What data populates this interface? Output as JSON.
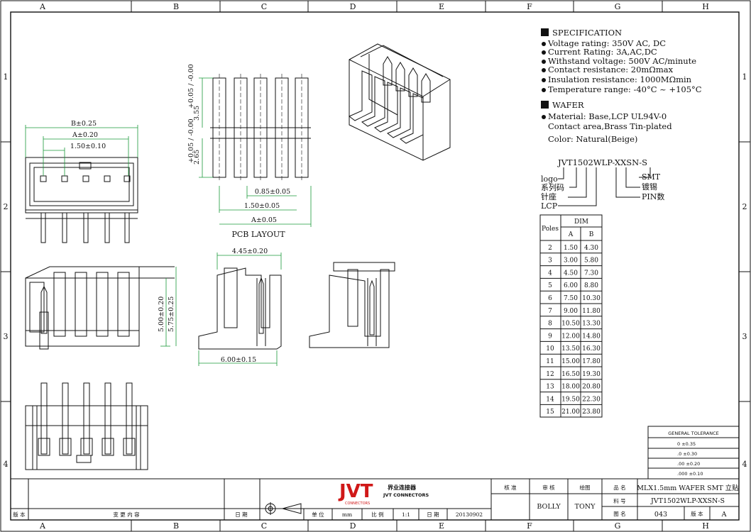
{
  "frame": {
    "col_letters": [
      "A",
      "B",
      "C",
      "D",
      "E",
      "F",
      "G",
      "H"
    ],
    "row_numbers": [
      "1",
      "2",
      "3",
      "4"
    ]
  },
  "specification": {
    "title": "SPECIFICATION",
    "items": [
      "Voltage rating: 350V AC, DC",
      "Current Rating: 3A,AC,DC",
      "Withstand voltage: 500V AC/minute",
      "Contact resistance: 20mΩmax",
      "Insulation resistance: 1000MΩmin",
      "Temperature range: -40°C ~ +105°C"
    ]
  },
  "wafer": {
    "title": "WAFER",
    "material": "Material: Base,LCP UL94V-0",
    "contact": "Contact area,Brass Tin-plated",
    "color": "Color: Natural(Beige)"
  },
  "part_code": {
    "code": "JVT1502WLP-XXSN-S",
    "left_labels": [
      "logo",
      "系列码",
      "针座",
      "LCP"
    ],
    "right_labels": [
      "SMT",
      "镀锡",
      "PIN数"
    ]
  },
  "dim_table": {
    "poles_header": "Poles",
    "dim_header": "DIM",
    "col_a": "A",
    "col_b": "B",
    "rows": [
      [
        "2",
        "1.50",
        "4.30"
      ],
      [
        "3",
        "3.00",
        "5.80"
      ],
      [
        "4",
        "4.50",
        "7.30"
      ],
      [
        "5",
        "6.00",
        "8.80"
      ],
      [
        "6",
        "7.50",
        "10.30"
      ],
      [
        "7",
        "9.00",
        "11.80"
      ],
      [
        "8",
        "10.50",
        "13.30"
      ],
      [
        "9",
        "12.00",
        "14.80"
      ],
      [
        "10",
        "13.50",
        "16.30"
      ],
      [
        "11",
        "15.00",
        "17.80"
      ],
      [
        "12",
        "16.50",
        "19.30"
      ],
      [
        "13",
        "18.00",
        "20.80"
      ],
      [
        "14",
        "19.50",
        "22.30"
      ],
      [
        "15",
        "21.00",
        "23.80"
      ]
    ]
  },
  "dims": {
    "b": "B±0.25",
    "a": "A±0.20",
    "pitch": "1.50±0.10",
    "pcb_a": "A±0.05",
    "pcb_pitch": "1.50±0.05",
    "pcb_pad_w": "0.85±0.05",
    "pcb_pad_l1": "3.55",
    "pcb_pad_l2": "2.65",
    "pcb_tol": "+0.05 / -0.00",
    "pcb_caption": "PCB LAYOUT",
    "h1": "5.00±0.20",
    "h2": "5.75±0.25",
    "depth": "4.45±0.20",
    "base": "6.00±0.15"
  },
  "tolerance": {
    "title": "GENERAL TOLERANCE",
    "rows": [
      "0    ±0.35",
      ".0   ±0.30",
      ".00  ±0.20",
      ".000 ±0.10"
    ]
  },
  "title_block": {
    "logo_text": "JVT",
    "logo_sub": "CONNECTORS",
    "company_cn": "界业连接器",
    "company_en": "JVT CONNECTORS",
    "h_check": "核 准",
    "h_review": "审 核",
    "h_draw": "绘图",
    "reviewer": "BOLLY",
    "drafter": "TONY",
    "l_name": "品 名",
    "name": "MLX1.5mm WAFER SMT 立贴",
    "l_part": "料 号",
    "part": "JVT1502WLP-XXSN-S",
    "l_dwg": "图 名",
    "dwg": "043",
    "l_ver": "版 本",
    "ver": "A",
    "l_rev": "版 本",
    "l_change": "变 更 内 容",
    "l_date": "日 期",
    "l_unit": "单 位",
    "unit": "mm",
    "l_scale": "比 例",
    "scale": "1:1",
    "l_date2": "日 期",
    "date": "20130902"
  }
}
